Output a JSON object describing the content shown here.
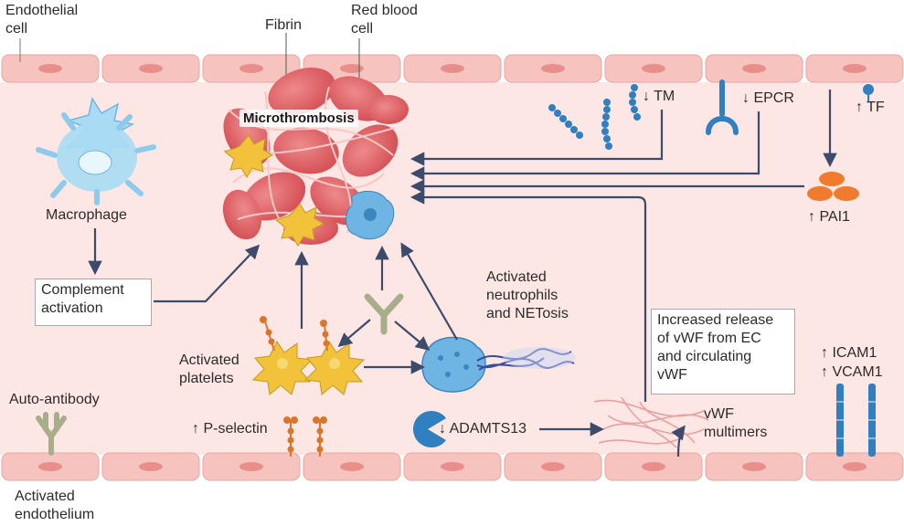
{
  "colors": {
    "vessel_bg": "#fde7e4",
    "cell_fill": "#f7c3bf",
    "cell_nucleus": "#e88f8b",
    "arrow": "#3c4a6b",
    "platelet": "#f2c23a",
    "neutrophil": "#6fb5e3",
    "macrophage": "#a9dcf4",
    "antibody": "#a8ad8c",
    "receptor_blue": "#2f7fc1",
    "pai1": "#f07b2e",
    "selectin": "#d9762b",
    "rbc": "#df5a5e"
  },
  "labels": {
    "endothelial_cell": [
      "Endothelial",
      "cell"
    ],
    "fibrin": "Fibrin",
    "red_blood_cell": [
      "Red blood",
      "cell"
    ],
    "microthrombosis": "Microthrombosis",
    "macrophage": "Macrophage",
    "complement_activation": [
      "Complement",
      "activation"
    ],
    "activated_platelets": [
      "Activated",
      "platelets"
    ],
    "activated_neutrophils": [
      "Activated",
      "neutrophils",
      "and NETosis"
    ],
    "tm": "↓ TM",
    "epcr": "↓ EPCR",
    "tf": "↑ TF",
    "pai1": "↑ PAI1",
    "increased_release": [
      "Increased release",
      "of vWF from EC",
      "and circulating",
      "vWF"
    ],
    "icam1": "↑ ICAM1",
    "vcam1": "↑ VCAM1",
    "vwf_multimers": [
      "vWF",
      "multimers"
    ],
    "adamts13": "↓ ADAMTS13",
    "p_selectin": "↑ P-selectin",
    "auto_antibody": "Auto-antibody",
    "activated_endothelium": [
      "Activated",
      "endothelium"
    ]
  }
}
